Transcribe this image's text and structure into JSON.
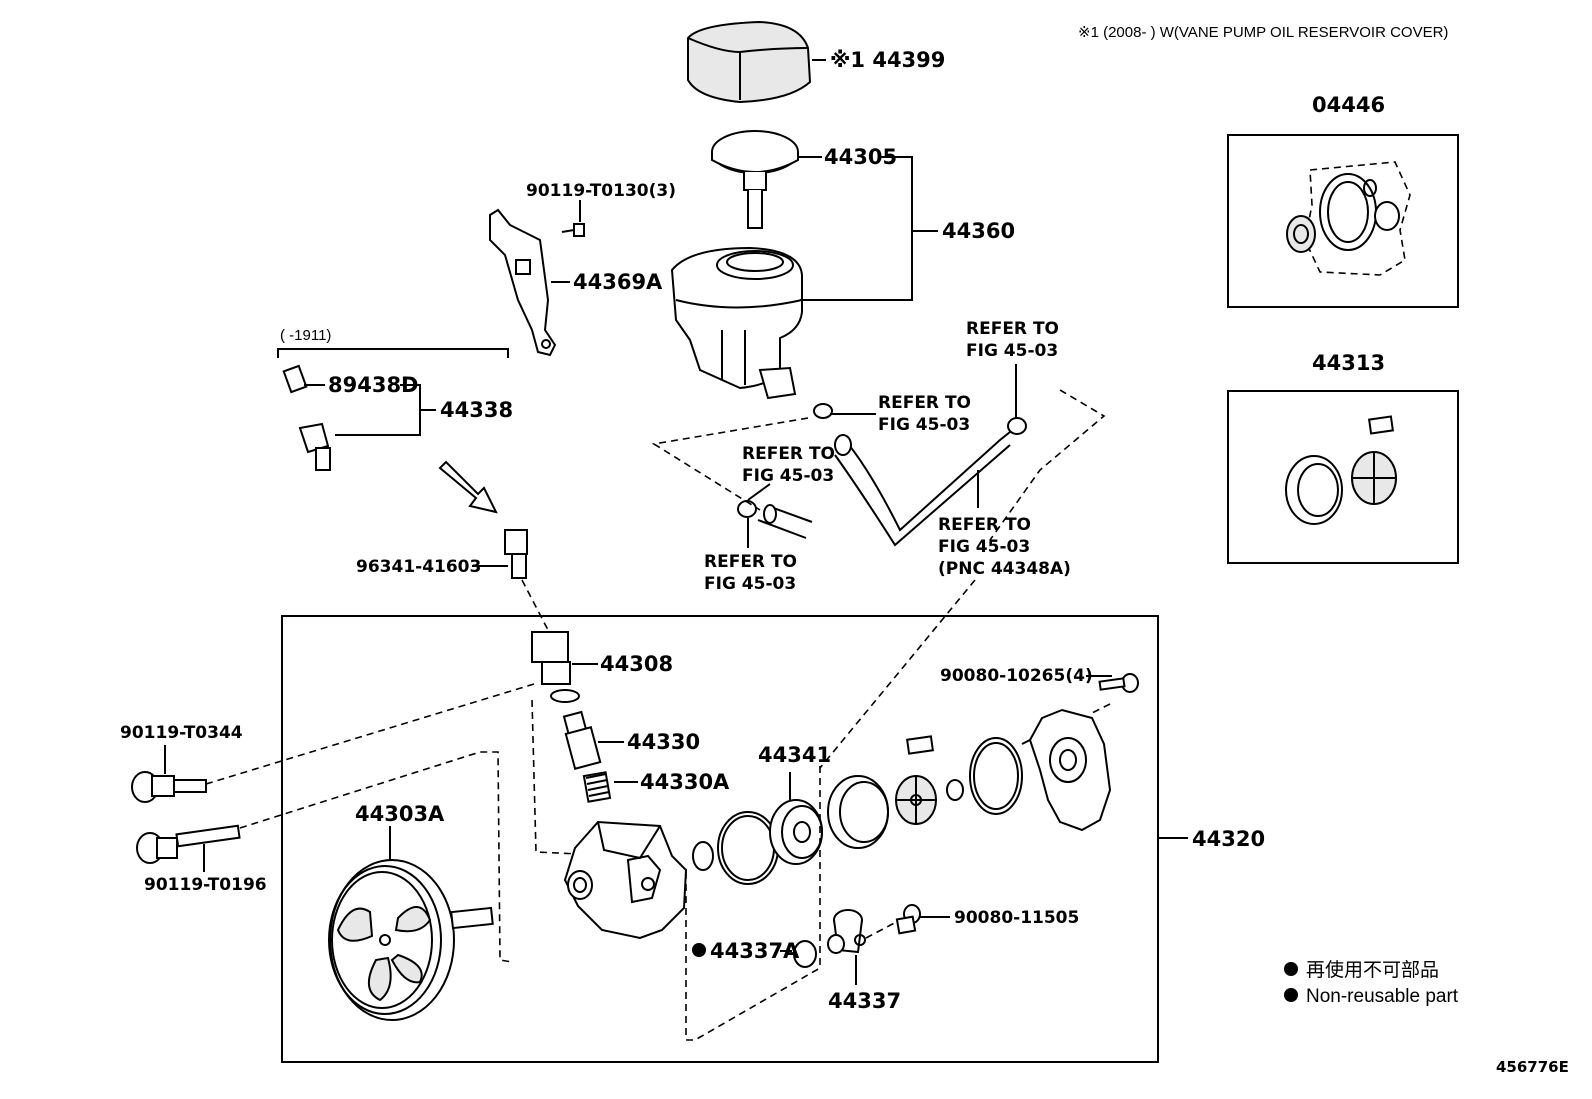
{
  "header_note": "※1 (2008-     ) W(VANE PUMP OIL RESERVOIR COVER)",
  "figure_id": "456776E",
  "parts": {
    "cover": "※1 44399",
    "cap": "44305",
    "reservoir": "44360",
    "bolt_top": "90119-T0130(3)",
    "bracket": "44369A",
    "range_note": "(     -1911)",
    "switch": "89438D",
    "switch_assy": "44338",
    "union_bolt": "96341-41603",
    "union": "44308",
    "valve": "44330",
    "spring": "44330A",
    "bolt_a": "90119-T0344",
    "bolt_b": "90119-T0196",
    "pulley": "44303A",
    "plate": "44341",
    "pump_assy": "44320",
    "screw_cover": "90080-10265(4)",
    "screw_suction": "90080-11505",
    "oring": "44337A",
    "suction_port": "44337",
    "gasket_kit": "04446",
    "cam_ring_kit": "44313"
  },
  "refer": {
    "r1": [
      "REFER TO",
      "FIG 45-03"
    ],
    "r2": [
      "REFER TO",
      "FIG 45-03"
    ],
    "r3": [
      "REFER TO",
      "FIG 45-03"
    ],
    "r4": [
      "REFER TO",
      "FIG 45-03"
    ],
    "r5": [
      "REFER TO",
      "FIG 45-03",
      "(PNC 44348A)"
    ]
  },
  "legend": {
    "jp": "再使用不可部品",
    "en": "Non-reusable part"
  },
  "colors": {
    "line": "#000000",
    "background": "#ffffff"
  }
}
